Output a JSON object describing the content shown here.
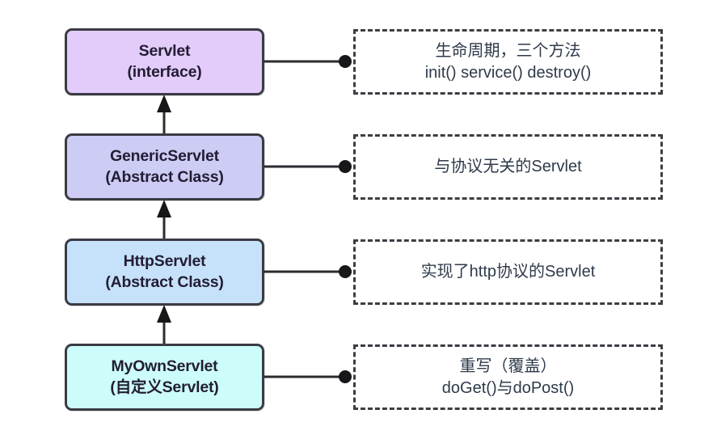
{
  "diagram": {
    "title": "Servlet inheritance hierarchy",
    "type": "class-hierarchy",
    "background_color": "#ffffff"
  },
  "hierarchy": {
    "nodes": [
      {
        "id": "servlet",
        "line1": "Servlet",
        "line2": "(interface)",
        "fill": "#e3ccfa",
        "border": "#3b3b44",
        "text_color": "#231d33"
      },
      {
        "id": "genericservlet",
        "line1": "GenericServlet",
        "line2": "(Abstract Class)",
        "fill": "#ccccf5",
        "border": "#3b3b44",
        "text_color": "#231d33"
      },
      {
        "id": "httpservlet",
        "line1": "HttpServlet",
        "line2": "(Abstract Class)",
        "fill": "#c6e2fb",
        "border": "#3b3b44",
        "text_color": "#231d33"
      },
      {
        "id": "myownservlet",
        "line1": "MyOwnServlet",
        "line2": "(自定义Servlet)",
        "fill": "#ccfdfb",
        "border": "#3b3b44",
        "text_color": "#231d33"
      }
    ],
    "edges": [
      {
        "from": "genericservlet",
        "to": "servlet",
        "style": "solid",
        "arrow": "filled-triangle-up"
      },
      {
        "from": "httpservlet",
        "to": "genericservlet",
        "style": "solid",
        "arrow": "filled-triangle-up"
      },
      {
        "from": "myownservlet",
        "to": "httpservlet",
        "style": "solid",
        "arrow": "filled-triangle-up"
      }
    ]
  },
  "notes": [
    {
      "id": "note-servlet",
      "attached_to": "servlet",
      "line1": "生命周期，三个方法",
      "line2": "init() service() destroy()",
      "border_style": "dashed",
      "border_color": "#3d3d44",
      "text_color": "#2f3a4a",
      "connector": "line-with-dot"
    },
    {
      "id": "note-genericservlet",
      "attached_to": "genericservlet",
      "line1": "与协议无关的Servlet",
      "line2": "",
      "border_style": "dashed",
      "border_color": "#3d3d44",
      "text_color": "#2f3a4a",
      "connector": "line-with-dot"
    },
    {
      "id": "note-httpservlet",
      "attached_to": "httpservlet",
      "line1": "实现了http协议的Servlet",
      "line2": "",
      "border_style": "dashed",
      "border_color": "#3d3d44",
      "text_color": "#2f3a4a",
      "connector": "line-with-dot"
    },
    {
      "id": "note-myownservlet",
      "attached_to": "myownservlet",
      "line1": "重写（覆盖）",
      "line2": "doGet()与doPost()",
      "border_style": "dashed",
      "border_color": "#3d3d44",
      "text_color": "#2f3a4a",
      "connector": "line-with-dot"
    }
  ]
}
